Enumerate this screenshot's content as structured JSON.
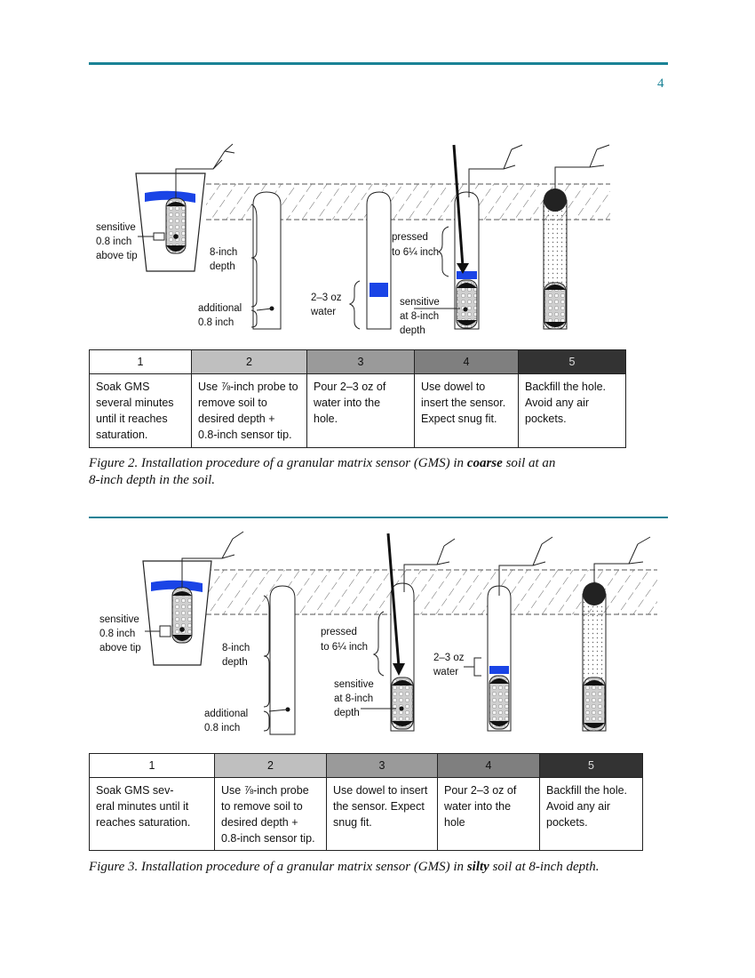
{
  "page_number": "4",
  "colors": {
    "rule": "#1a8296",
    "water": "#1a44e6",
    "sensor": "#111111",
    "step_shades": [
      "#ffffff",
      "#bfbfbf",
      "#9a9a9a",
      "#7f7f7f",
      "#333333"
    ]
  },
  "figure2": {
    "labels": {
      "sensitive_tip": [
        "sensitive",
        "0.8 inch",
        "above tip"
      ],
      "depth": [
        "8-inch",
        "depth"
      ],
      "additional": [
        "additional",
        "0.8 inch"
      ],
      "water": [
        "2–3 oz",
        "water"
      ],
      "pressed": [
        "pressed",
        "to 6¼ inch"
      ],
      "sensitive_depth": [
        "sensitive",
        "at 8-inch",
        "depth"
      ]
    },
    "steps": [
      {
        "num": "1",
        "lines": [
          "Soak GMS",
          "several minutes",
          "until it reaches",
          "saturation."
        ]
      },
      {
        "num": "2",
        "lines": [
          "Use ⅞-inch probe to",
          "remove soil to",
          "desired depth +",
          "0.8-inch sensor tip."
        ]
      },
      {
        "num": "3",
        "lines": [
          "Pour 2–3 oz of",
          "water into the",
          "hole."
        ]
      },
      {
        "num": "4",
        "lines": [
          "Use dowel to",
          "insert the sensor.",
          "Expect snug fit."
        ]
      },
      {
        "num": "5",
        "lines": [
          "Backfill the hole.",
          "Avoid any air",
          "pockets."
        ]
      }
    ],
    "caption": {
      "before": "Figure 2. Installation procedure of a granular matrix sensor (GMS) in ",
      "bold": "coarse",
      "after": " soil at an",
      "line2": "8-inch depth in the soil."
    }
  },
  "figure3": {
    "labels": {
      "sensitive_tip": [
        "sensitive",
        "0.8 inch",
        "above tip"
      ],
      "depth": [
        "8-inch",
        "depth"
      ],
      "additional": [
        "additional",
        "0.8 inch"
      ],
      "pressed": [
        "pressed",
        "to 6¼ inch"
      ],
      "sensitive_depth": [
        "sensitive",
        "at 8-inch",
        "depth"
      ],
      "water": [
        "2–3 oz",
        "water"
      ]
    },
    "steps": [
      {
        "num": "1",
        "lines": [
          "Soak GMS sev-",
          "eral minutes until it",
          "reaches saturation."
        ]
      },
      {
        "num": "2",
        "lines": [
          "Use ⅞-inch probe",
          "to remove soil to",
          "desired depth +",
          "0.8-inch sensor tip."
        ]
      },
      {
        "num": "3",
        "lines": [
          "Use dowel to insert",
          "the sensor. Expect",
          "snug fit."
        ]
      },
      {
        "num": "4",
        "lines": [
          "Pour 2–3 oz of",
          "water into the",
          "hole"
        ]
      },
      {
        "num": "5",
        "lines": [
          "Backfill the hole.",
          "Avoid any air",
          "pockets."
        ]
      }
    ],
    "caption": {
      "before": "Figure 3. Installation procedure of a granular matrix sensor (GMS) in ",
      "bold": "silty",
      "after": " soil at 8-inch depth."
    }
  }
}
